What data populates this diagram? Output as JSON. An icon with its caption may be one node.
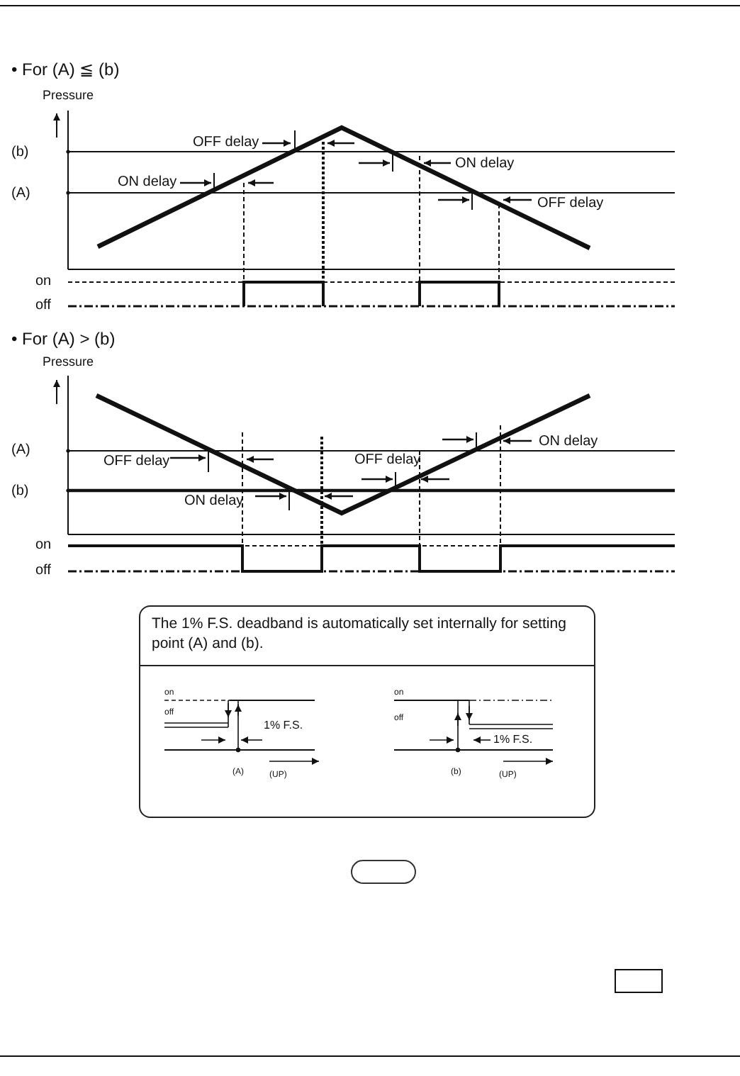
{
  "diagram": {
    "nodes": [
      {
        "text": [
          "The 1% F.S. deadband is automatically set internally for setting point (A) and (b)."
        ]
      }
    ],
    "labels": [
      "• For (A) ≦ (b)",
      "Pressure",
      "OFF delay",
      "(b)",
      "ON delay",
      "ON delay",
      "(A)",
      "OFF delay",
      "on",
      "off",
      "• For (A) > (b)",
      "Pressure",
      "ON delay",
      "(A)",
      "OFF delay",
      "OFF delay",
      "(b)",
      "ON delay",
      "on",
      "off",
      "on",
      "on",
      "off",
      "off",
      "1% F.S.",
      "1% F.S.",
      "(A)",
      "(b)",
      "(UP)",
      "(UP)"
    ]
  }
}
